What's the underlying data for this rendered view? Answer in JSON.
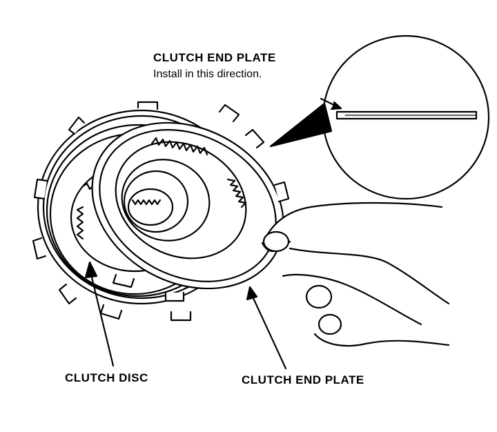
{
  "labels": {
    "callout_title": "CLUTCH END PLATE",
    "callout_note": "Install in this direction.",
    "clutch_disc": "CLUTCH DISC",
    "clutch_end_plate": "CLUTCH END PLATE"
  },
  "colors": {
    "ink": "#000000",
    "background": "#ffffff"
  }
}
